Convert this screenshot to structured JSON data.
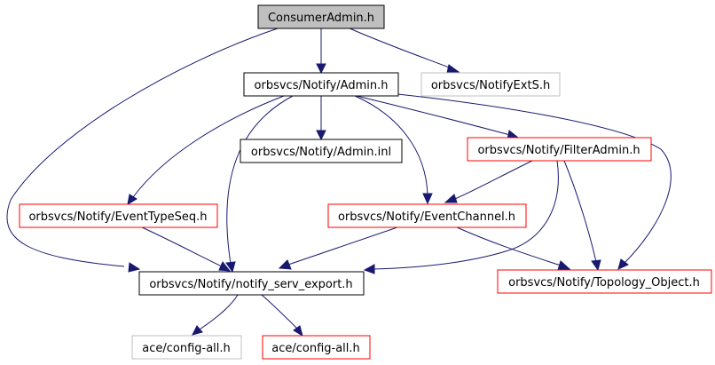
{
  "colors": {
    "edge": "#191970",
    "root_fill": "#bfbfbf",
    "border_default": "#000000",
    "border_missing": "#bfbfbf",
    "border_red": "#ff0000"
  },
  "nodes": {
    "consumer_admin": {
      "label": "ConsumerAdmin.h",
      "style": "root"
    },
    "admin": {
      "label": "orbsvcs/Notify/Admin.h",
      "style": "default"
    },
    "notify_ext_s": {
      "label": "orbsvcs/NotifyExtS.h",
      "style": "missing"
    },
    "admin_inl": {
      "label": "orbsvcs/Notify/Admin.inl",
      "style": "default"
    },
    "filter_admin": {
      "label": "orbsvcs/Notify/FilterAdmin.h",
      "style": "red"
    },
    "event_type_seq": {
      "label": "orbsvcs/Notify/EventTypeSeq.h",
      "style": "red"
    },
    "event_channel": {
      "label": "orbsvcs/Notify/EventChannel.h",
      "style": "red"
    },
    "notify_serv_export": {
      "label": "orbsvcs/Notify/notify_serv_export.h",
      "style": "default"
    },
    "topology_object": {
      "label": "orbsvcs/Notify/Topology_Object.h",
      "style": "red"
    },
    "config_all_missing": {
      "label": "ace/config-all.h",
      "style": "missing"
    },
    "config_all": {
      "label": "ace/config-all.h",
      "style": "red"
    }
  },
  "edges": [
    {
      "from": "consumer_admin",
      "to": "admin"
    },
    {
      "from": "consumer_admin",
      "to": "notify_ext_s"
    },
    {
      "from": "consumer_admin",
      "to": "notify_serv_export"
    },
    {
      "from": "admin",
      "to": "admin_inl"
    },
    {
      "from": "admin",
      "to": "filter_admin"
    },
    {
      "from": "admin",
      "to": "event_type_seq"
    },
    {
      "from": "admin",
      "to": "event_channel"
    },
    {
      "from": "admin",
      "to": "notify_serv_export"
    },
    {
      "from": "admin",
      "to": "topology_object"
    },
    {
      "from": "filter_admin",
      "to": "event_channel"
    },
    {
      "from": "filter_admin",
      "to": "notify_serv_export"
    },
    {
      "from": "filter_admin",
      "to": "topology_object"
    },
    {
      "from": "event_type_seq",
      "to": "notify_serv_export"
    },
    {
      "from": "event_channel",
      "to": "notify_serv_export"
    },
    {
      "from": "event_channel",
      "to": "topology_object"
    },
    {
      "from": "notify_serv_export",
      "to": "config_all_missing"
    },
    {
      "from": "notify_serv_export",
      "to": "config_all"
    }
  ]
}
